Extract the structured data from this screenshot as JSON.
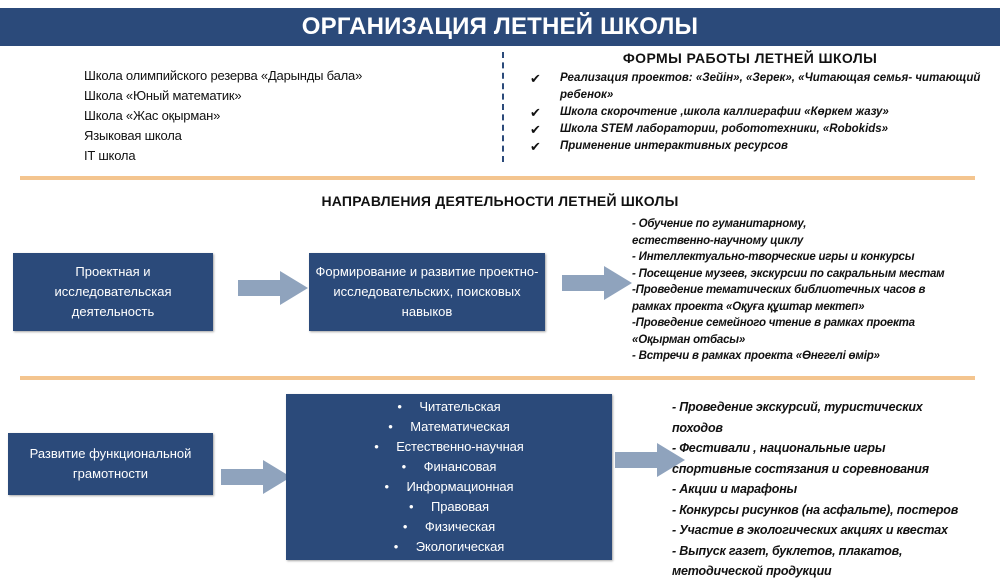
{
  "header": {
    "title": "ОРГАНИЗАЦИЯ ЛЕТНЕЙ ШКОЛЫ"
  },
  "schools": {
    "items": [
      "Школа олимпийского резерва «Дарынды бала»",
      "Школа «Юный математик»",
      "Школа «Жас оқырман»",
      "Языковая школа",
      "IT школа"
    ]
  },
  "forms": {
    "title": "ФОРМЫ  РАБОТЫ  ЛЕТНЕЙ ШКОЛЫ",
    "check_glyph": "✔",
    "items": [
      "Реализация проектов: «Зейін», «Зерек», «Читающая семья- читающий ребенок»",
      "Школа скорочтение ,школа каллиграфии «Көркем жазу»",
      "Школа STEM лаборатории, робототехники, «Robokids»",
      "Применение интерактивных ресурсов"
    ]
  },
  "directions": {
    "title": "НАПРАВЛЕНИЯ ДЕЯТЕЛЬНОСТИ ЛЕТНЕЙ ШКОЛЫ",
    "project_box": "Проектная и исследовательская деятельность",
    "skills_box": "Формирование и развитие проектно-исследовательских, поисковых навыков",
    "activities": [
      "- Обучение по  гуманитарному,",
      "естественно-научному циклу",
      "- Интеллектуально-творческие игры и конкурсы",
      "- Посещение музеев, экскурсии по сакральным местам",
      "-Проведение тематических библиотечных часов в",
      "рамках проекта «Оқуға құштар мектеп»",
      "-Проведение семейного чтение в рамках проекта",
      "«Оқырман отбасы»",
      "- Встречи в рамках проекта «Өнегелі өмір»"
    ]
  },
  "literacy": {
    "box": "Развитие функциональной грамотности",
    "types": [
      "Читательская",
      "Математическая",
      "Естественно-научная",
      "Финансовая",
      "Информационная",
      "Правовая",
      "Физическая",
      "Экологическая"
    ],
    "events": [
      "- Проведение экскурсий, туристических",
      "походов",
      "- Фестивали , национальные игры",
      "спортивные состязания и соревнования",
      "- Акции и марафоны",
      "- Конкурсы рисунков (на асфальте), постеров",
      "- Участие в экологических акциях и квестах",
      "- Выпуск газет, буклетов, плакатов,",
      "методической продукции"
    ]
  },
  "colors": {
    "banner": "#2b4a7a",
    "box": "#2b4a7a",
    "arrow": "#8fa3bd",
    "rule": "#f4c58f"
  },
  "icons": {
    "arrow": "right-arrow-icon",
    "check": "check-icon"
  }
}
